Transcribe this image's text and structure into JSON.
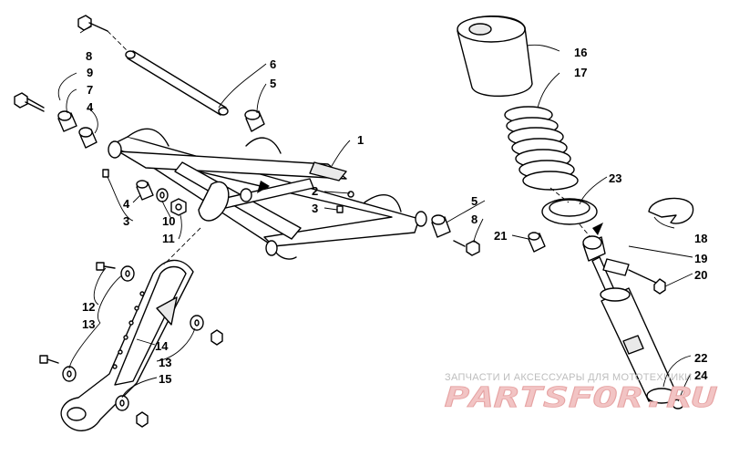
{
  "callouts": {
    "c1": "1",
    "c2": "2",
    "c3a": "3",
    "c3b": "3",
    "c4a": "4",
    "c4b": "4",
    "c5a": "5",
    "c5b": "5",
    "c6": "6",
    "c7": "7",
    "c8a": "8",
    "c8b": "8",
    "c9": "9",
    "c10": "10",
    "c11": "11",
    "c12": "12",
    "c13a": "13",
    "c13b": "13",
    "c14": "14",
    "c15": "15",
    "c16": "16",
    "c17": "17",
    "c18": "18",
    "c19": "19",
    "c20": "20",
    "c21": "21",
    "c22": "22",
    "c23": "23",
    "c24": "24"
  },
  "watermark": {
    "caption": "ЗАПЧАСТИ И АКСЕССУАРЫ ДЛЯ МОТОТЕХНИКИ",
    "brand": "PARTSFOR.RU"
  },
  "colors": {
    "line": "#000000",
    "watermark_brand": "#f2c4c4",
    "watermark_caption": "#bdbdbd"
  }
}
